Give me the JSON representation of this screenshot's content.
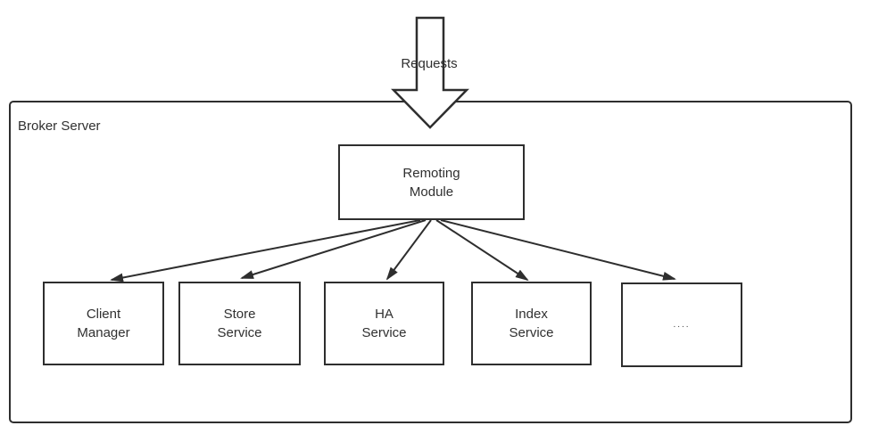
{
  "diagram": {
    "requests_label": "Requests",
    "broker": {
      "label": "Broker Server"
    },
    "remoting": {
      "line1": "Remoting",
      "line2": "Module"
    },
    "services": [
      {
        "line1": "Client",
        "line2": "Manager"
      },
      {
        "line1": "Store",
        "line2": "Service"
      },
      {
        "line1": "HA",
        "line2": "Service"
      },
      {
        "line1": "Index",
        "line2": "Service"
      },
      {
        "line1": "...."
      }
    ],
    "colors": {
      "line": "#2e2e2e",
      "background": "#ffffff",
      "text": "#303030"
    }
  }
}
